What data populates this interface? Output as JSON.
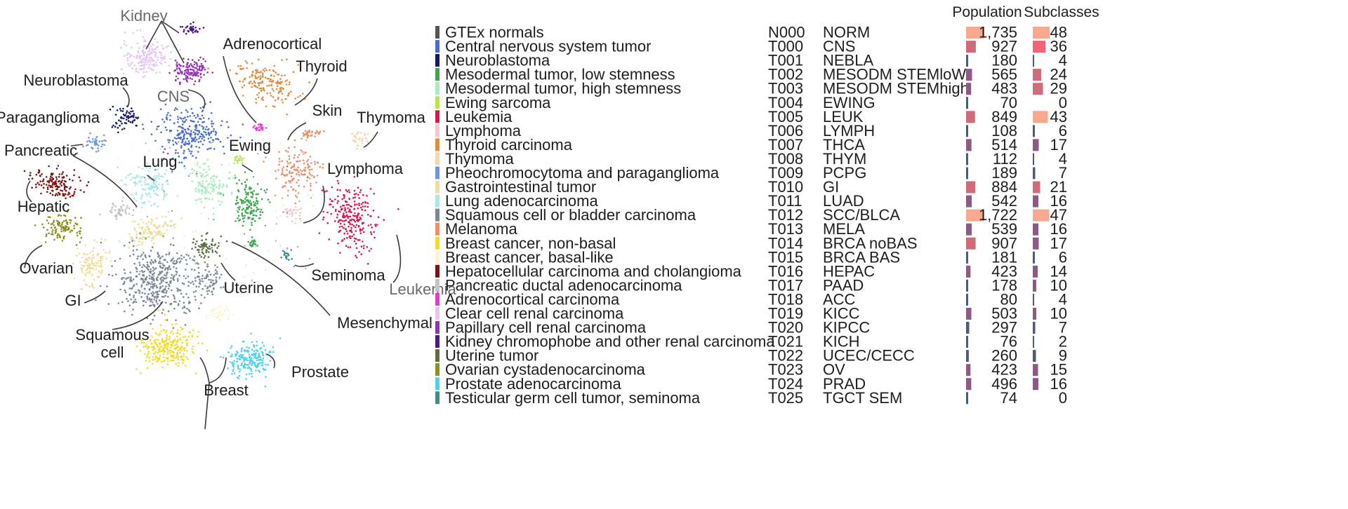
{
  "chart_data": [
    {
      "type": "scatter",
      "title": "",
      "xlabel": "",
      "ylabel": "",
      "grid": false,
      "cluster_labels": [
        {
          "code": "T021",
          "text": "Kidney",
          "muted": true
        },
        {
          "code": "T018",
          "text": "Adrenocortical"
        },
        {
          "code": "T007",
          "text": "Thyroid"
        },
        {
          "code": "T001",
          "text": "Neuroblastoma"
        },
        {
          "code": "T000",
          "text": "CNS",
          "muted": true
        },
        {
          "code": "T013",
          "text": "Skin"
        },
        {
          "code": "T008",
          "text": "Thymoma"
        },
        {
          "code": "T009",
          "text": "Paraganglioma"
        },
        {
          "code": "T004",
          "text": "Ewing"
        },
        {
          "code": "T017",
          "text": "Pancreatic"
        },
        {
          "code": "T011",
          "text": "Lung"
        },
        {
          "code": "T006",
          "text": "Lymphoma"
        },
        {
          "code": "T016",
          "text": "Hepatic"
        },
        {
          "code": "T023",
          "text": "Ovarian"
        },
        {
          "code": "T025",
          "text": "Seminoma"
        },
        {
          "code": "T005",
          "text": "Leukemia",
          "muted": true
        },
        {
          "code": "T022",
          "text": "Uterine"
        },
        {
          "code": "T010",
          "text": "GI"
        },
        {
          "code": "T002",
          "text": "Mesenchymal"
        },
        {
          "code": "T012",
          "text": "Squamous cell"
        },
        {
          "code": "T024",
          "text": "Prostate"
        },
        {
          "code": "T014",
          "text": "Breast"
        }
      ]
    },
    {
      "type": "bar",
      "headers": {
        "population": "Population",
        "subclasses": "Subclasses"
      },
      "population_scale_max": 1735,
      "subclass_scale_max": 48,
      "rows": [
        {
          "name": "GTEx normals",
          "code": "N000",
          "abbr": "NORM",
          "color": "#555555",
          "population": 1735,
          "population_label": "1,735",
          "subclasses": 48,
          "subclasses_label": "48"
        },
        {
          "name": "Central nervous system tumor",
          "code": "T000",
          "abbr": "CNS",
          "color": "#4a6ed0",
          "population": 927,
          "population_label": "927",
          "subclasses": 36,
          "subclasses_label": "36"
        },
        {
          "name": "Neuroblastoma",
          "code": "T001",
          "abbr": "NEBLA",
          "color": "#15176b",
          "population": 180,
          "population_label": "180",
          "subclasses": 4,
          "subclasses_label": "4"
        },
        {
          "name": "Mesodermal tumor, low stemness",
          "code": "T002",
          "abbr": "MESODM STEMloW",
          "color": "#3ca74c",
          "population": 565,
          "population_label": "565",
          "subclasses": 24,
          "subclasses_label": "24"
        },
        {
          "name": "Mesodermal tumor, high stemness",
          "code": "T003",
          "abbr": "MESODM STEMhigh",
          "color": "#a8ecc0",
          "population": 483,
          "population_label": "483",
          "subclasses": 29,
          "subclasses_label": "29"
        },
        {
          "name": "Ewing sarcoma",
          "code": "T004",
          "abbr": "EWING",
          "color": "#b7e64a",
          "population": 70,
          "population_label": "70",
          "subclasses": 0,
          "subclasses_label": "0"
        },
        {
          "name": "Leukemia",
          "code": "T005",
          "abbr": "LEUK",
          "color": "#d9174f",
          "population": 849,
          "population_label": "849",
          "subclasses": 43,
          "subclasses_label": "43"
        },
        {
          "name": "Lymphoma",
          "code": "T006",
          "abbr": "LYMPH",
          "color": "#f6c6cc",
          "population": 108,
          "population_label": "108",
          "subclasses": 6,
          "subclasses_label": "6"
        },
        {
          "name": "Thyroid carcinoma",
          "code": "T007",
          "abbr": "THCA",
          "color": "#e88a3c",
          "population": 514,
          "population_label": "514",
          "subclasses": 17,
          "subclasses_label": "17"
        },
        {
          "name": "Thymoma",
          "code": "T008",
          "abbr": "THYM",
          "color": "#f8d6ad",
          "population": 112,
          "population_label": "112",
          "subclasses": 4,
          "subclasses_label": "4"
        },
        {
          "name": "Pheochromocytoma and paraganglioma",
          "code": "T009",
          "abbr": "PCPG",
          "color": "#6b98de",
          "population": 189,
          "population_label": "189",
          "subclasses": 7,
          "subclasses_label": "7"
        },
        {
          "name": "Gastrointestinal tumor",
          "code": "T010",
          "abbr": "GI",
          "color": "#eede98",
          "population": 884,
          "population_label": "884",
          "subclasses": 21,
          "subclasses_label": "21"
        },
        {
          "name": "Lung adenocarcinoma",
          "code": "T011",
          "abbr": "LUAD",
          "color": "#a9e7ea",
          "population": 542,
          "population_label": "542",
          "subclasses": 16,
          "subclasses_label": "16"
        },
        {
          "name": "Squamous cell or bladder carcinoma",
          "code": "T012",
          "abbr": "SCC/BLCA",
          "color": "#7c8795",
          "population": 1722,
          "population_label": "1,722",
          "subclasses": 47,
          "subclasses_label": "47"
        },
        {
          "name": "Melanoma",
          "code": "T013",
          "abbr": "MELA",
          "color": "#ee8d66",
          "population": 539,
          "population_label": "539",
          "subclasses": 16,
          "subclasses_label": "16"
        },
        {
          "name": "Breast cancer, non-basal",
          "code": "T014",
          "abbr": "BRCA noBAS",
          "color": "#f2dc28",
          "population": 907,
          "population_label": "907",
          "subclasses": 17,
          "subclasses_label": "17"
        },
        {
          "name": "Breast cancer, basal-like",
          "code": "T015",
          "abbr": "BRCA BAS",
          "color": "#fbf5cf",
          "population": 181,
          "population_label": "181",
          "subclasses": 6,
          "subclasses_label": "6"
        },
        {
          "name": "Hepatocellular carcinoma and cholangioma",
          "code": "T016",
          "abbr": "HEPAC",
          "color": "#7d1313",
          "population": 423,
          "population_label": "423",
          "subclasses": 14,
          "subclasses_label": "14"
        },
        {
          "name": "Pancreatic ductal adenocarcinoma",
          "code": "T017",
          "abbr": "PAAD",
          "color": "#c3c3c3",
          "population": 178,
          "population_label": "178",
          "subclasses": 10,
          "subclasses_label": "10"
        },
        {
          "name": "Adrenocortical carcinoma",
          "code": "T018",
          "abbr": "ACC",
          "color": "#e23ad0",
          "population": 80,
          "population_label": "80",
          "subclasses": 4,
          "subclasses_label": "4"
        },
        {
          "name": "Clear cell renal carcinoma",
          "code": "T019",
          "abbr": "KICC",
          "color": "#e7c4f2",
          "population": 503,
          "population_label": "503",
          "subclasses": 10,
          "subclasses_label": "10"
        },
        {
          "name": "Papillary cell renal carcinoma",
          "code": "T020",
          "abbr": "KIPCC",
          "color": "#9332b6",
          "population": 297,
          "population_label": "297",
          "subclasses": 7,
          "subclasses_label": "7"
        },
        {
          "name": "Kidney chromophobe and other renal carcinoma",
          "code": "T021",
          "abbr": "KICH",
          "color": "#4c1780",
          "population": 76,
          "population_label": "76",
          "subclasses": 2,
          "subclasses_label": "2"
        },
        {
          "name": "Uterine tumor",
          "code": "T022",
          "abbr": "UCEC/CECC",
          "color": "#5f6e3e",
          "population": 260,
          "population_label": "260",
          "subclasses": 9,
          "subclasses_label": "9"
        },
        {
          "name": "Ovarian cystadenocarcinoma",
          "code": "T023",
          "abbr": "OV",
          "color": "#8b8f1f",
          "population": 423,
          "population_label": "423",
          "subclasses": 15,
          "subclasses_label": "15"
        },
        {
          "name": "Prostate adenocarcinoma",
          "code": "T024",
          "abbr": "PRAD",
          "color": "#4fd1ee",
          "population": 496,
          "population_label": "496",
          "subclasses": 16,
          "subclasses_label": "16"
        },
        {
          "name": "Testicular germ cell tumor, seminoma",
          "code": "T025",
          "abbr": "TGCT SEM",
          "color": "#3d8f86",
          "population": 74,
          "population_label": "74",
          "subclasses": 0,
          "subclasses_label": "0"
        }
      ],
      "bar_colors": {
        "low": "#4f5a78",
        "mid": "#8e5a83",
        "high": "#d06c79",
        "peak": "#f6a98f",
        "sub_peak": "#f26478"
      }
    }
  ]
}
